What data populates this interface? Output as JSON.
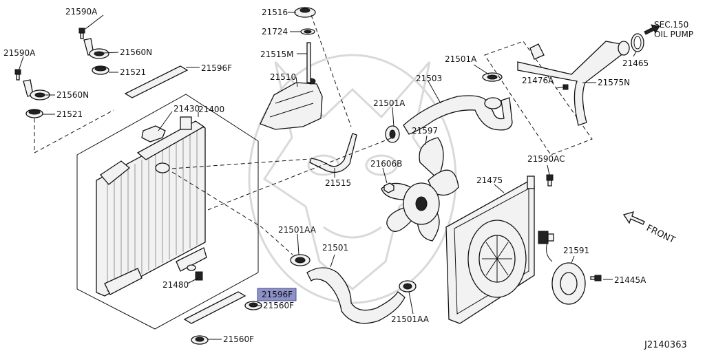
{
  "diagram_code": "J2140363",
  "reference": {
    "line1": "SEC.150",
    "line2": "OIL PUMP"
  },
  "front_label": "FRONT",
  "highlight_color": "#8c92c8",
  "labels": {
    "p21590A_top": "21590A",
    "p21560N_top": "21560N",
    "p21521_top": "21521",
    "p21590A_left": "21590A",
    "p21560N_left": "21560N",
    "p21521_left": "21521",
    "p21596F_top": "21596F",
    "p21400": "21400",
    "p21430": "21430",
    "p21516": "21516",
    "p21724": "21724",
    "p21515M": "21515M",
    "p21510": "21510",
    "p21515": "21515",
    "p21501A_a": "21501A",
    "p21501A_b": "21501A",
    "p21503": "21503",
    "p21597": "21597",
    "p21606B": "21606B",
    "p21476A": "21476A",
    "p21575N": "21575N",
    "p21465": "21465",
    "p21590AC": "21590AC",
    "p21475": "21475",
    "p21591": "21591",
    "p21445A": "21445A",
    "p21501AA_a": "21501AA",
    "p21501": "21501",
    "p21501AA_b": "21501AA",
    "p21480": "21480",
    "p21596F_hl": "21596F",
    "p21560F_a": "21560F",
    "p21560F_b": "21560F"
  }
}
